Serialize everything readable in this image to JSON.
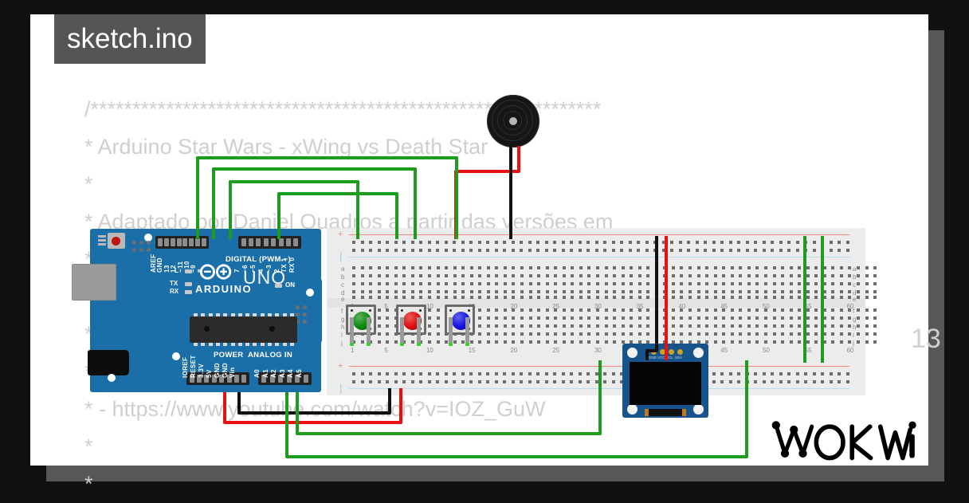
{
  "window": {
    "background_color": "#111111",
    "card_color": "#ffffff",
    "shadow_color": "#575757"
  },
  "tab": {
    "label": "sketch.ino",
    "background_color": "#555555",
    "text_color": "#ffffff"
  },
  "code": {
    "text_color": "#cfcfcf",
    "lines": [
      "/*************************************************************",
      " * Arduino Star Wars - xWing vs Death Star",
      " *",
      " * Adaptado por Daniel Quadros a partir das versões em",
      " *",
      " *",
      " *",
      " *",
      " * - https://www.youtube.com/watch?v=IOZ_GuW",
      " *",
      " *"
    ],
    "partial_right_text": "13"
  },
  "board": {
    "name": "Arduino UNO",
    "brand": "ARDUINO",
    "model": "UNO",
    "color": "#1b6fa8",
    "digital_header_label": "DIGITAL (PWM ~)",
    "digital_pins_left": [
      "AREF",
      "GND",
      "13",
      "12",
      "~11",
      "~10",
      "~9",
      "8"
    ],
    "digital_pins_right": [
      "7",
      "~6",
      "~5",
      "4",
      "~3",
      "2",
      "TX 1",
      "RX 0"
    ],
    "power_header_label": "POWER",
    "power_pins": [
      "IOREF",
      "RESET",
      "3.3V",
      "5V",
      "GND",
      "GND",
      "Vin"
    ],
    "analog_header_label": "ANALOG IN",
    "analog_pins": [
      "A0",
      "A1",
      "A2",
      "A3",
      "A4",
      "A5"
    ],
    "status_leds": [
      "L",
      "TX",
      "RX",
      "ON"
    ]
  },
  "breadboard": {
    "color": "#ececec",
    "top_column_numbers": [
      "1",
      "5",
      "10",
      "15",
      "20",
      "25",
      "30",
      "35",
      "40",
      "45",
      "50",
      "55",
      "60"
    ],
    "row_letters_top": [
      "a",
      "b",
      "c",
      "d",
      "e"
    ],
    "row_letters_bottom": [
      "f",
      "g",
      "h",
      "i",
      "j"
    ],
    "rail_plus": "+",
    "rail_minus": "|",
    "rail_positive_color": "#f08a7a",
    "rail_negative_color": "#b8dcf0"
  },
  "components": {
    "pushbuttons": [
      {
        "name": "pushbutton-green",
        "color": "#0c8a0c",
        "column": 2
      },
      {
        "name": "pushbutton-red",
        "color": "#e00d0d",
        "column": 9
      },
      {
        "name": "pushbutton-blue",
        "color": "#1414e0",
        "column": 15
      }
    ],
    "buzzer": {
      "name": "buzzer",
      "color": "#161616",
      "leads": [
        "black",
        "red"
      ]
    },
    "oled": {
      "name": "oled-display",
      "board_color": "#18548c",
      "screen_color": "#050505",
      "pin_labels": [
        "GND",
        "VCC",
        "SCL",
        "SDA"
      ]
    }
  },
  "wires": {
    "signal_color": "#1d9c1d",
    "positive_color": "#e81010",
    "ground_color": "#111111"
  },
  "logo": {
    "text": "WOKWI",
    "color": "#000000"
  }
}
